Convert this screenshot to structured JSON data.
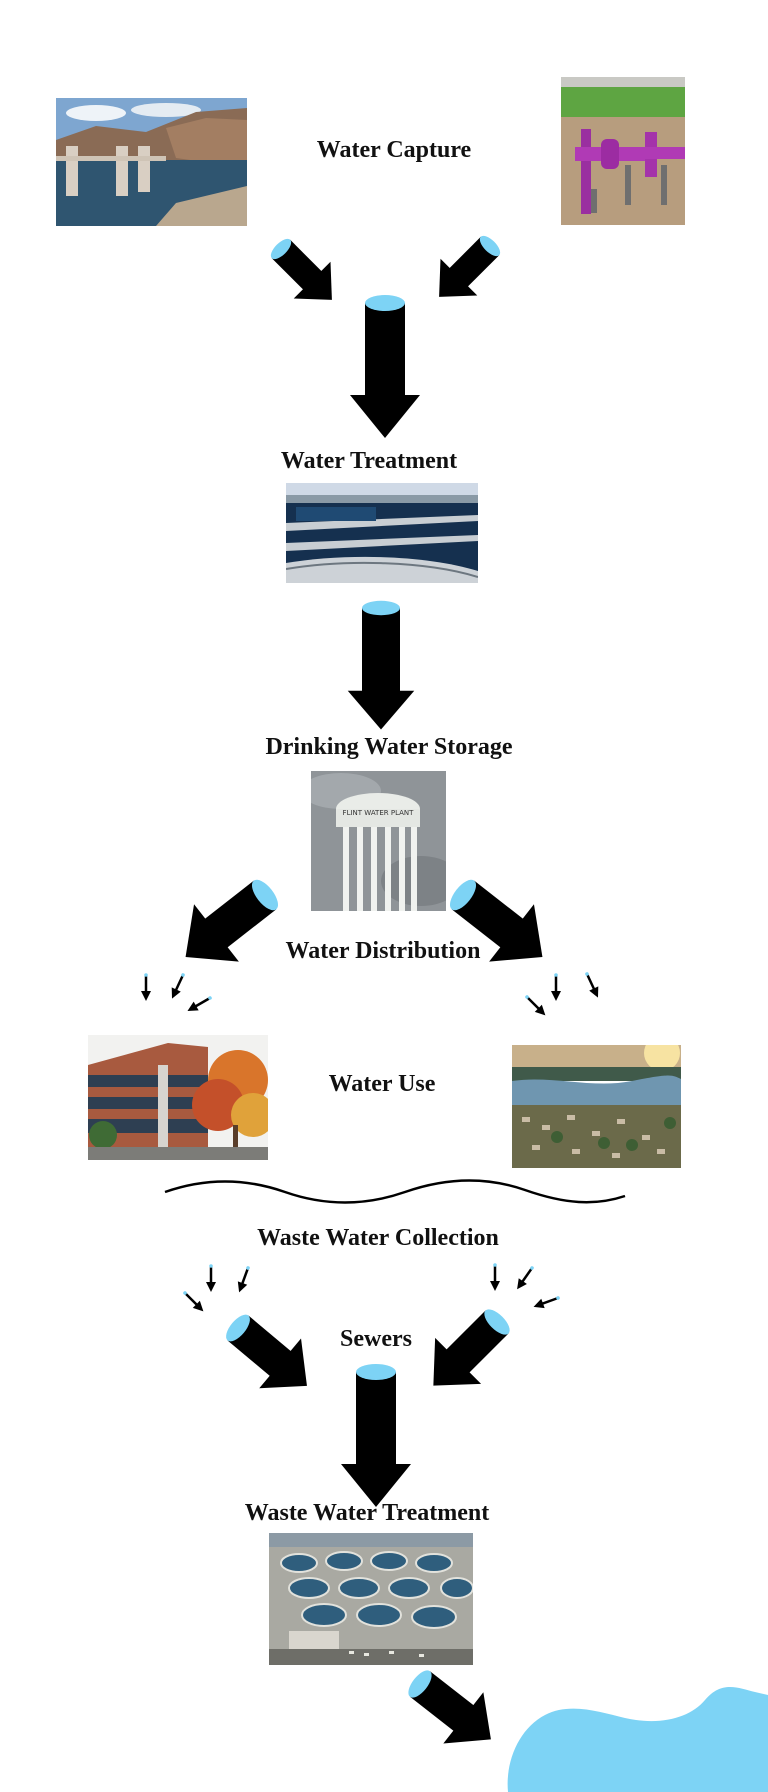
{
  "diagram": {
    "stages": {
      "capture": "Water Capture",
      "treatment": "Water Treatment",
      "storage": "Drinking Water Storage",
      "distribution": "Water Distribution",
      "use": "Water Use",
      "collection": "Waste Water Collection",
      "sewers": "Sewers",
      "waste_treatment": "Waste Water Treatment"
    },
    "tower_text": "FLINT WATER PLANT",
    "colors": {
      "arrow": "#000000",
      "pipe_end": "#7dd3f5",
      "blob": "#7dd3f5"
    }
  }
}
